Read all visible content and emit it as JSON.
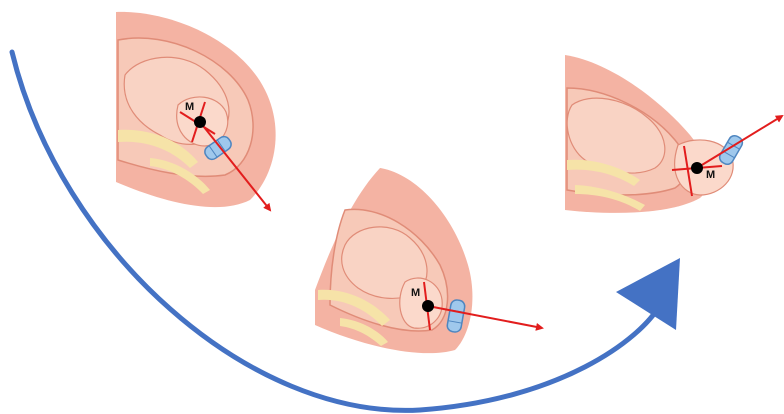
{
  "panels": [
    {
      "point_label": "M"
    },
    {
      "point_label": "M"
    },
    {
      "point_label": "M"
    }
  ],
  "colors": {
    "tissue_outer": "#f4b3a3",
    "tissue_inner": "#f7c9b8",
    "fetus": "#f9d3c4",
    "outline": "#e08c78",
    "bone": "#f6e3a8",
    "axis_line": "#e21d1d",
    "sensor": "#9fc8ec",
    "sensor_edge": "#4f86c0",
    "arc": "#4472c4",
    "point": "#000000"
  }
}
